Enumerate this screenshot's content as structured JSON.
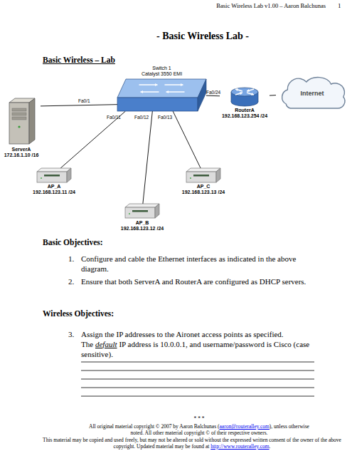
{
  "diagram": {
    "title": "- Basic Wireless Lab -",
    "nodes": [
      {
        "text": [
          "Switch 1",
          "Catalyst 3550 EMI"
        ]
      },
      {
        "text": [
          "Internet"
        ]
      },
      {
        "text": [
          "RouterA",
          "192.168.123.254 /24"
        ]
      },
      {
        "text": [
          "ServerA",
          "172.16.1.10 /16"
        ]
      },
      {
        "text": [
          "AP_A",
          "192.168.123.11 /24"
        ]
      },
      {
        "text": [
          "AP_C",
          "192.168.123.13 /24"
        ]
      },
      {
        "text": [
          "AP_B",
          "192.168.123.12 /24"
        ]
      }
    ],
    "edges": [
      {
        "from": 0,
        "to": 3,
        "label": "Fa0/1",
        "arrow": "none"
      },
      {
        "from": 0,
        "to": 4,
        "label": "Fa0/11",
        "arrow": "none"
      },
      {
        "from": 0,
        "to": 6,
        "label": "Fa0/12",
        "arrow": "none"
      },
      {
        "from": 0,
        "to": 5,
        "label": "Fa0/13",
        "arrow": "none"
      },
      {
        "from": 0,
        "to": 2,
        "label": "Fa0/24",
        "arrow": "none"
      },
      {
        "from": 2,
        "to": 1,
        "arrow": "none"
      }
    ],
    "labels": [
      "Basic Wireless Lab v1.00 – Aaron Balchunas",
      "1",
      "Basic Wireless – Lab",
      "Basic Objectives:",
      "1.",
      "Configure and cable the Ethernet interfaces as indicated in the above diagram.",
      "2.",
      "Ensure that both ServerA and RouterA are configured as DHCP servers.",
      "Wireless Objectives:",
      "3.",
      "Assign the IP addresses to the Aironet access points as specified. The",
      "default",
      "IP address is 10.0.0.1, and username/password is Cisco (case sensitive).",
      "* * *",
      "All original material copyright © 2007 by Aaron Balchunas (",
      "aaron@routeralley.com",
      "), unless otherwise noted. All other material copyright © of their respective owners.",
      "This material may be copied and used freely, but may not be altered or sold without the expressed written consent of the owner of the above copyright. Updated material may be found at",
      "http://www.routeralley.com",
      "."
    ]
  }
}
